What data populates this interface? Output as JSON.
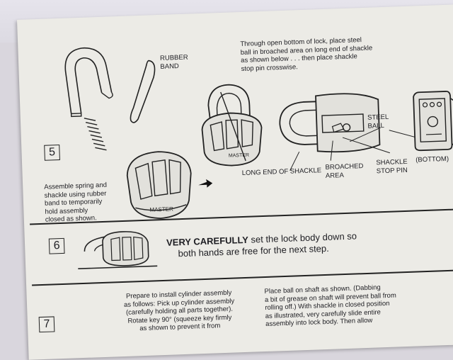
{
  "step5": {
    "number": "5",
    "rubber_band_label": "RUBBER\nBAND",
    "intro_text": "Through open bottom of lock, place steel\nball in broached area on long end of shackle\nas shown below . . . then place shackle\nstop pin crosswise.",
    "assemble_text": "Assemble spring and\nshackle using rubber\nband to temporarily\nhold assembly\nclosed as shown.",
    "steel_ball_label": "STEEL\nBALL",
    "bottom_label": "(BOTTOM)",
    "long_end_label": "LONG END OF SHACKLE",
    "broached_label": "BROACHED\nAREA",
    "stop_pin_label": "SHACKLE\nSTOP PIN",
    "brand_mark": "MASTER"
  },
  "step6": {
    "number": "6",
    "emphasis": "VERY CAREFULLY",
    "text_rest": " set the lock body down so",
    "text_line2": "both hands are free for the next step."
  },
  "step7": {
    "number": "7",
    "left_text": "Prepare to install cylinder assembly\nas follows: Pick up cylinder assembly\n(carefully holding all parts together).\nRotate key 90° (squeeze key firmly\nas shown to prevent it from",
    "right_text": "Place ball on shaft as shown. (Dabbing\na bit of grease on shaft will prevent ball from\nrolling off.) With shackle in closed position\nas illustrated, very carefully slide entire\nassembly into lock body. Then allow"
  }
}
